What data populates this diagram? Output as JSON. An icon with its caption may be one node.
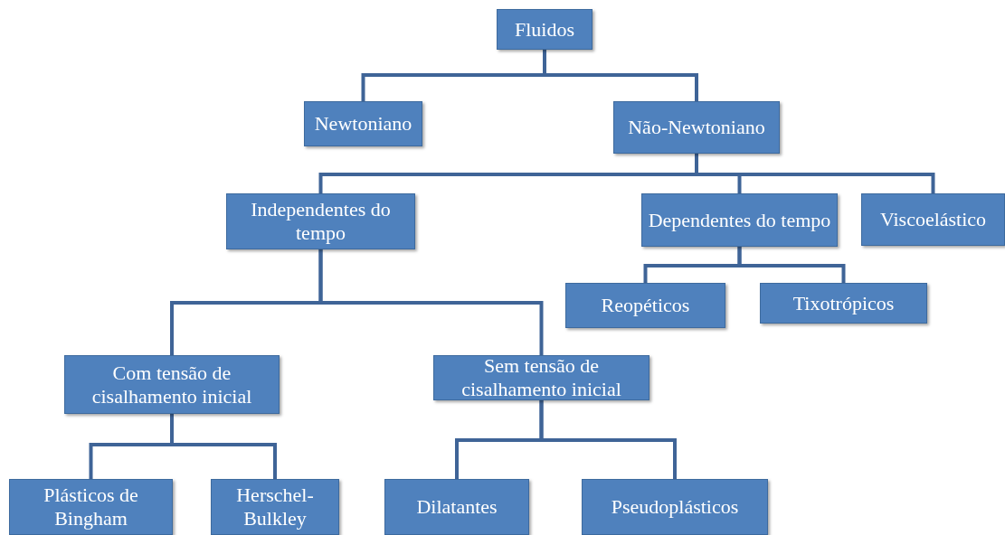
{
  "diagram": {
    "nodes": [
      {
        "text": [
          "Fluidos"
        ]
      },
      {
        "text": [
          "Newtoniano"
        ]
      },
      {
        "text": [
          "Não-Newtoniano"
        ]
      },
      {
        "text": [
          "Independentes do tempo"
        ]
      },
      {
        "text": [
          "Dependentes do tempo"
        ]
      },
      {
        "text": [
          "Viscoelástico"
        ]
      },
      {
        "text": [
          "Reopéticos"
        ]
      },
      {
        "text": [
          "Tixotrópicos"
        ]
      },
      {
        "text": [
          "Com tensão de cisalhamento inicial"
        ]
      },
      {
        "text": [
          "Sem tensão de cisalhamento inicial"
        ]
      },
      {
        "text": [
          "Plásticos de Bingham"
        ]
      },
      {
        "text": [
          "Herschel-Bulkley"
        ]
      },
      {
        "text": [
          "Dilatantes"
        ]
      },
      {
        "text": [
          "Pseudoplásticos"
        ]
      }
    ],
    "edges": [
      {
        "from": 0,
        "to": 1,
        "arrow": "none"
      },
      {
        "from": 0,
        "to": 2,
        "arrow": "none"
      },
      {
        "from": 2,
        "to": 3,
        "arrow": "none"
      },
      {
        "from": 2,
        "to": 4,
        "arrow": "none"
      },
      {
        "from": 2,
        "to": 5,
        "arrow": "none"
      },
      {
        "from": 4,
        "to": 6,
        "arrow": "none"
      },
      {
        "from": 4,
        "to": 7,
        "arrow": "none"
      },
      {
        "from": 3,
        "to": 8,
        "arrow": "none"
      },
      {
        "from": 3,
        "to": 9,
        "arrow": "none"
      },
      {
        "from": 8,
        "to": 10,
        "arrow": "none"
      },
      {
        "from": 8,
        "to": 11,
        "arrow": "none"
      },
      {
        "from": 9,
        "to": 12,
        "arrow": "none"
      },
      {
        "from": 9,
        "to": 13,
        "arrow": "none"
      }
    ]
  }
}
